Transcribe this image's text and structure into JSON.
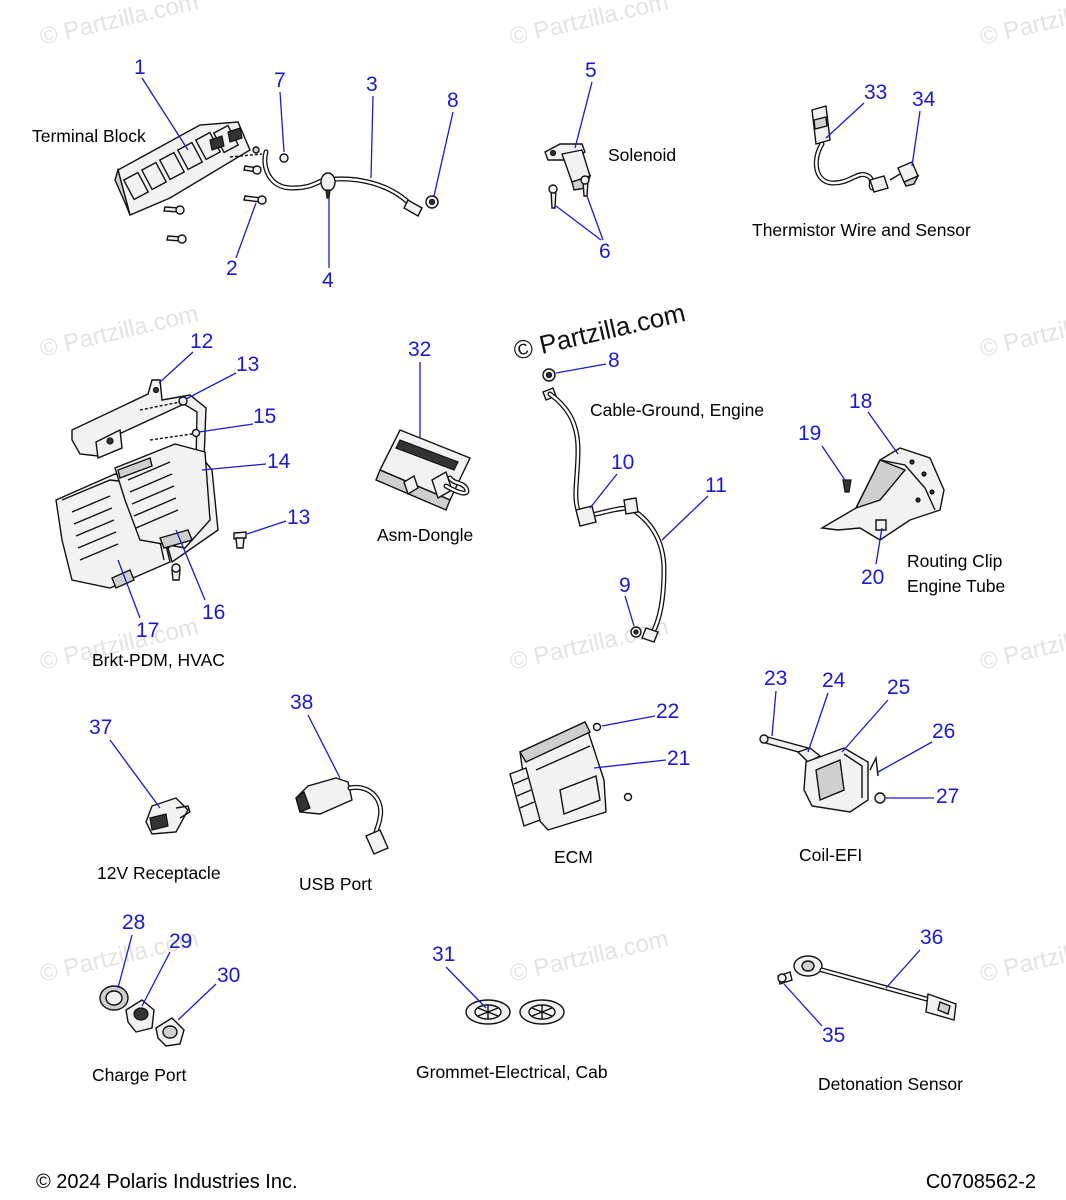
{
  "watermark": {
    "text": "© Partzilla.com"
  },
  "captions": {
    "terminal_block": "Terminal Block",
    "solenoid": "Solenoid",
    "thermistor": "Thermistor Wire and Sensor",
    "brkt_pdm": "Brkt-PDM, HVAC",
    "asm_dongle": "Asm-Dongle",
    "cable_ground": "Cable-Ground, Engine",
    "routing_clip_1": "Routing Clip",
    "routing_clip_2": "Engine Tube",
    "receptacle_12v": "12V Receptacle",
    "usb_port": "USB Port",
    "ecm": "ECM",
    "coil_efi": "Coil-EFI",
    "charge_port": "Charge Port",
    "grommet": "Grommet-Electrical, Cab",
    "detonation": "Detonation Sensor"
  },
  "callouts": {
    "c1": "1",
    "c2": "2",
    "c3": "3",
    "c4": "4",
    "c5": "5",
    "c6": "6",
    "c7": "7",
    "c8a": "8",
    "c8b": "8",
    "c9": "9",
    "c10": "10",
    "c11": "11",
    "c12": "12",
    "c13a": "13",
    "c13b": "13",
    "c14": "14",
    "c15": "15",
    "c16": "16",
    "c17": "17",
    "c18": "18",
    "c19": "19",
    "c20": "20",
    "c21": "21",
    "c22": "22",
    "c23": "23",
    "c24": "24",
    "c25": "25",
    "c26": "26",
    "c27": "27",
    "c28": "28",
    "c29": "29",
    "c30": "30",
    "c31": "31",
    "c32": "32",
    "c33": "33",
    "c34": "34",
    "c35": "35",
    "c36": "36",
    "c37": "37",
    "c38": "38"
  },
  "footer": {
    "copyright": "© 2024 Polaris Industries Inc.",
    "diagram_code": "C0708562-2"
  },
  "colors": {
    "callout": "#1a1ad0",
    "line_art": "#111111",
    "watermark": "#e3e3e3"
  }
}
